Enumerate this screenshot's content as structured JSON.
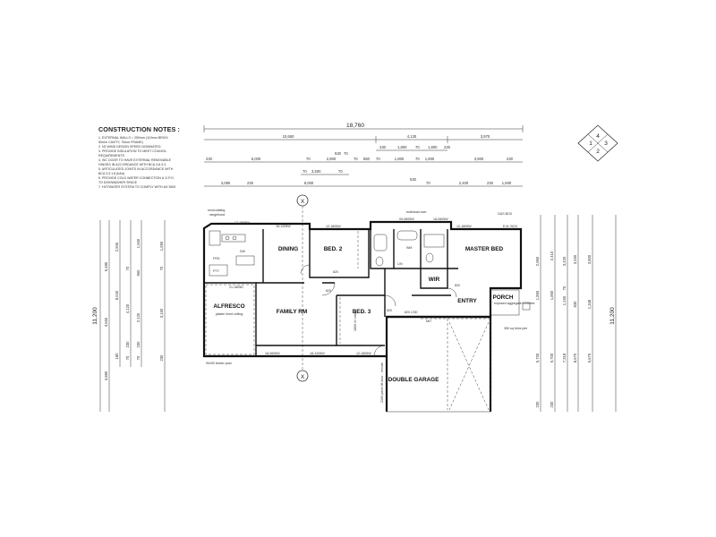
{
  "notes": {
    "title": "CONSTRUCTION NOTES :",
    "items": [
      "1. EXTERNAL WALLS = 250mm (110mm BRICK",
      "   50mm CAVITY, 70mm FRAME)",
      "2. N2 WIND DESIGN SPEED NOMINATED.",
      "3. PROVIDE INSULATION TO MEET COUNCIL",
      "   REQUIREMENTS.",
      "4. WC DOOR TO HAVE EXTERNAL REMOVABLE",
      "   HINGES IN ACCORDANCE WITH BCA 3.8.3.3.",
      "5. ARTICULATED JOINTS IN ACCORDANCE WITH",
      "   BCA 3.3.1.8 (b&d)",
      "6. PROVIDE COLD WATER CONNECTION & G.P.O.",
      "   TO DISHWASHER SPACE",
      "7. HOTWATER SYSTEM TO COMPLY WITH AS 3500"
    ]
  },
  "dims": {
    "overall_width": "18,760",
    "row1": [
      "10,660",
      "4,130",
      "3,970"
    ],
    "row2": [
      "230",
      "1,800",
      "70",
      "1,800",
      "230"
    ],
    "row3": [
      "230",
      "6,000",
      "70",
      "2,900",
      "70",
      "860",
      "70",
      "1,800",
      "70",
      "1,800",
      "3,900",
      "230"
    ],
    "row3b": [
      "530",
      "70"
    ],
    "row4": [
      "70",
      "3,500",
      "70"
    ],
    "row5": [
      "3,080",
      "230",
      "8,000",
      "530",
      "70",
      "2,400",
      "230",
      "1,500"
    ],
    "overall_height": "11,200",
    "left_cols": [
      [
        "5,480",
        "3,650",
        "3,880"
      ],
      [
        "2,945",
        "8,040",
        "180"
      ],
      [
        "70",
        "4,120",
        "230",
        "70"
      ],
      [
        "1,650",
        "950",
        "2,120",
        "230",
        "70"
      ],
      [
        "1,050",
        "70",
        "3,150",
        "230"
      ]
    ],
    "right_cols": [
      [
        "2,950",
        "1,850",
        "5,700",
        "230"
      ],
      [
        "2,410",
        "1,850",
        "5,700",
        "230"
      ],
      [
        "3,420",
        "70",
        "1,150",
        "7,318"
      ],
      [
        "3,450",
        "830",
        "8,670"
      ],
      [
        "3,800",
        "1,348",
        "6,670"
      ]
    ]
  },
  "section_markers": [
    "X",
    "X"
  ],
  "compass": {
    "cells": [
      "1",
      "2",
      "3",
      "4"
    ]
  },
  "rooms": {
    "dining": "DINING",
    "bed2": "BED. 2",
    "master": "MASTER BED",
    "family": "FAMILY RM",
    "bed3": "BED. 3",
    "alfresco": "ALFRESCO",
    "wir": "WIR",
    "entry": "ENTRY",
    "porch": "PORCH",
    "garage": "DOUBLE GARAGE"
  },
  "labels": {
    "recirculating": "recirculating",
    "rangehood": "rangehood",
    "bulkhead": "bulkhead over",
    "alfresco_ceiling": "plaster lined ceiling",
    "timber_post": "90x90 timber post",
    "porch_detail": "exposed aggregate concrete",
    "gas_box": "GAS BOX",
    "meter_box": "E.M. BOX",
    "garage_door": "2160 panel lift door - remote",
    "pier": "350 sq brick pier",
    "w1": "12-1505W",
    "w2": "18-1205W",
    "w3": "12-1805W",
    "w4": "18-1205W",
    "w5": "09-0605W",
    "w6": "12-1805W",
    "w7": "18-0605W",
    "w8": "18-0605W",
    "w9": "12-1805W",
    "w10": "21-1805D",
    "d1": "820",
    "d2": "820",
    "d3": "820",
    "d4": "820",
    "csd": "820 CSD",
    "robe": "1800 mr robes",
    "linen": "LIN",
    "wm": "WM",
    "dw": "DW",
    "frg": "FRG",
    "pantry": "PTY",
    "mh": "MH"
  }
}
